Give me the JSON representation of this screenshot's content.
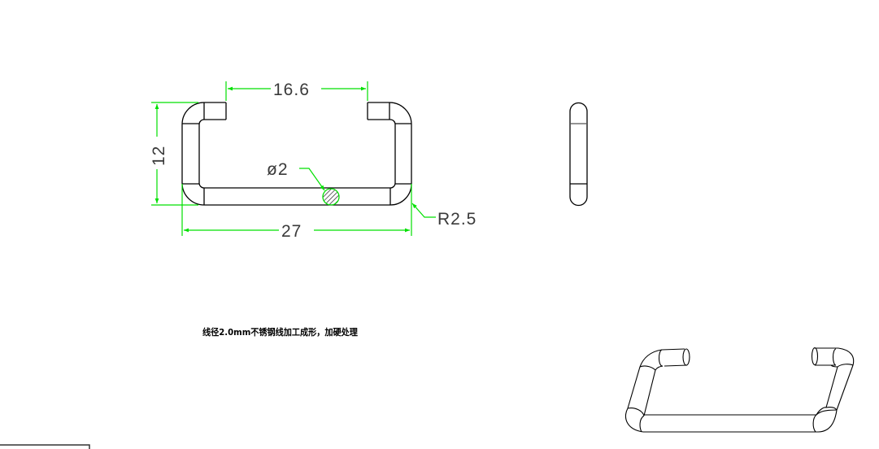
{
  "drawing": {
    "front_view": {
      "dimensions": {
        "opening_width": "16.6",
        "height": "12",
        "overall_width": "27",
        "wire_diameter": "ø2",
        "bend_radius": "R2.5"
      }
    },
    "side_view": {},
    "isometric_view": {},
    "note": "线径2.0mm不锈钢线加工成形，加硬处理",
    "colors": {
      "geometry": "#000000",
      "dimension": "#00e000",
      "text": "#3a3a3a",
      "background": "#ffffff"
    }
  }
}
